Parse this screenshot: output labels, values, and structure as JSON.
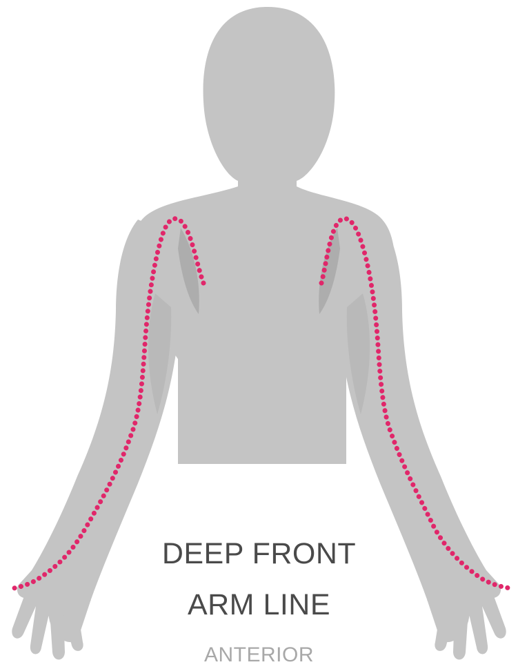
{
  "diagram": {
    "title_line_1": "DEEP FRONT",
    "title_line_2": "ARM LINE",
    "view_label": "ANTERIOR"
  },
  "colors": {
    "body": "#c4c4c4",
    "shadow": "#adadad",
    "line": "#e0276a",
    "title": "#4a4a4a",
    "subtitle": "#a8a8a8"
  }
}
